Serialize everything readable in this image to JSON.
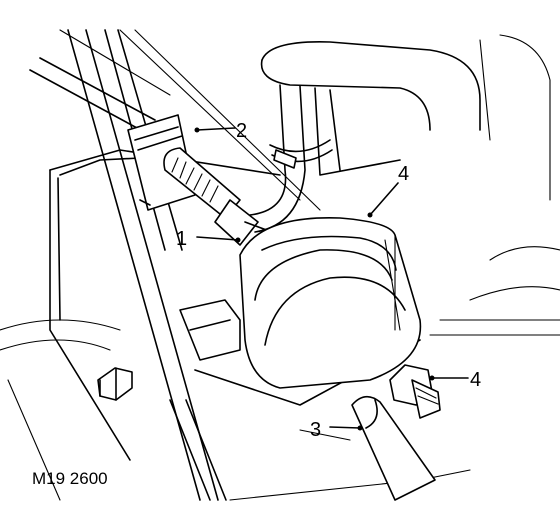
{
  "diagram": {
    "callouts": [
      {
        "id": "1",
        "text": "1"
      },
      {
        "id": "2",
        "text": "2"
      },
      {
        "id": "3",
        "text": "3"
      },
      {
        "id": "4a",
        "text": "4"
      },
      {
        "id": "4b",
        "text": "4"
      }
    ],
    "figure_code": "M19 2600",
    "line_color": "#000000",
    "background_color": "#ffffff"
  }
}
